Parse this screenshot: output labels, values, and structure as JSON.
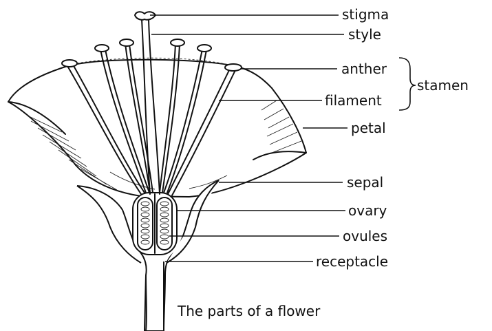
{
  "diagram": {
    "caption": "The parts of a flower",
    "labels": {
      "stigma": "stigma",
      "style": "style",
      "anther": "anther",
      "filament": "filament",
      "stamen": "stamen",
      "petal": "petal",
      "sepal": "sepal",
      "ovary": "ovary",
      "ovules": "ovules",
      "receptacle": "receptacle"
    }
  }
}
